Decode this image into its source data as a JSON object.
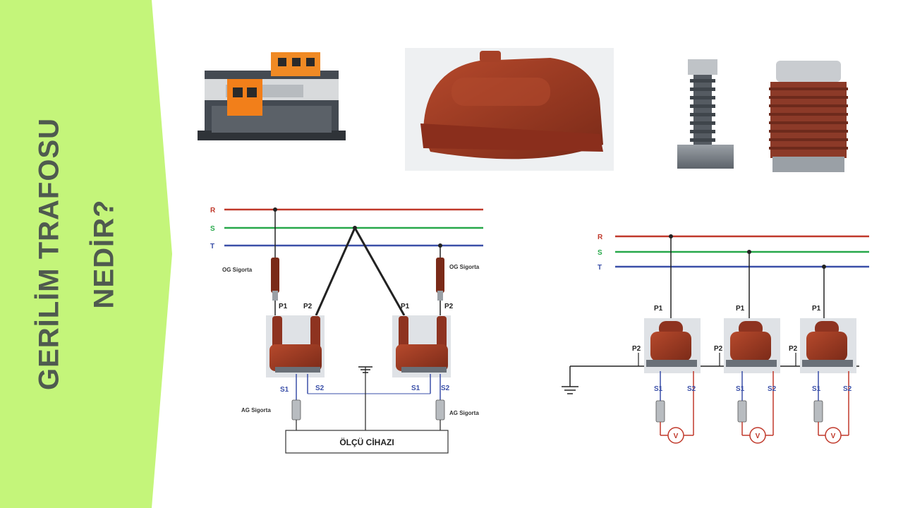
{
  "title": {
    "line1": "GERİLİM TRAFOSU",
    "line2": "NEDİR?"
  },
  "colors": {
    "banner": "#c4f57a",
    "title": "#4f5a4f",
    "phase_r": "#c0392b",
    "phase_s": "#27a84a",
    "phase_t": "#3a4fa8",
    "transformer": "#8e3320"
  },
  "left_diagram": {
    "phases": [
      "R",
      "S",
      "T"
    ],
    "fuse_label_left": "OG Sigorta",
    "fuse_label_right": "OG Sigorta",
    "p1_left": "P1",
    "p2_left": "P2",
    "p1_right": "P1",
    "p2_right": "P2",
    "s1_left": "S1",
    "s2_left": "S2",
    "s1_right": "S1",
    "s2_right": "S2",
    "ag_fuse_left": "AG Sigorta",
    "ag_fuse_right": "AG Sigorta",
    "meter": "ÖLÇÜ CİHAZI"
  },
  "right_diagram": {
    "phases": [
      "R",
      "S",
      "T"
    ],
    "units": [
      {
        "p1": "P1",
        "p2": "P2",
        "s1": "S1",
        "s2": "S2",
        "meter": "V"
      },
      {
        "p1": "P1",
        "p2": "P2",
        "s1": "S1",
        "s2": "S2",
        "meter": "V"
      },
      {
        "p1": "P1",
        "p2": "P2",
        "s1": "S1",
        "s2": "S2",
        "meter": "V"
      }
    ]
  }
}
